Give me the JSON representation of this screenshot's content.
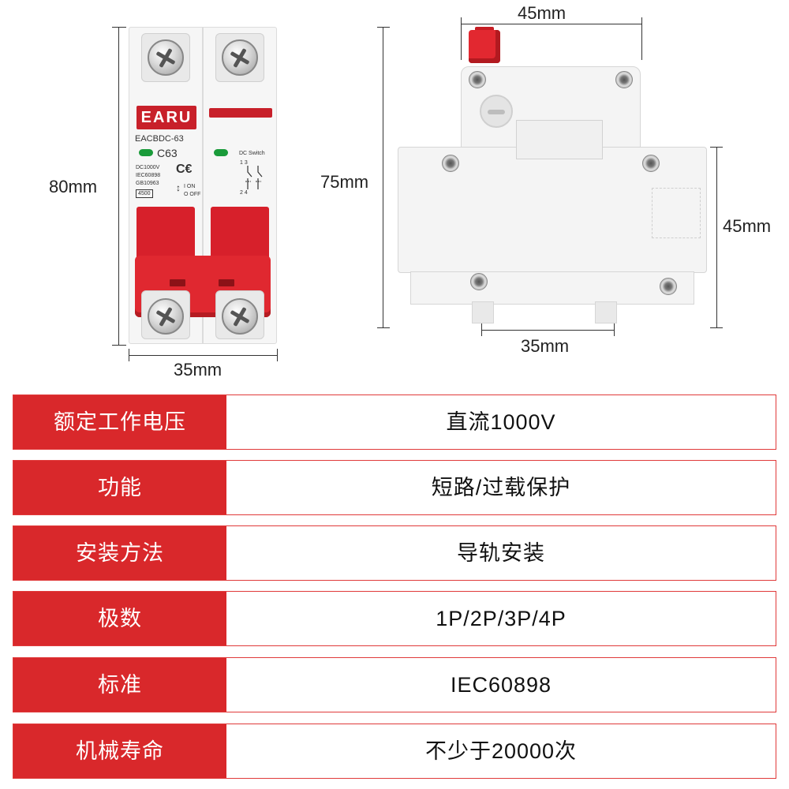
{
  "dimensions": {
    "front_height": "80mm",
    "front_width": "35mm",
    "side_top_width": "45mm",
    "side_height": "75mm",
    "side_right_height": "45mm",
    "side_bottom_width": "35mm"
  },
  "breaker_labels": {
    "brand": "EARU",
    "model": "EACBDC-63",
    "rating": "C63",
    "voltage": "DC1000V",
    "std1": "IEC60898",
    "std2": "GB10963",
    "capacity": "4500",
    "on_text": "I ON",
    "off_text": "O OFF",
    "switch_type": "DC Switch",
    "terminals_top": "1  3",
    "terminals_bottom": "2  4"
  },
  "specs": [
    {
      "label": "额定工作电压",
      "value": "直流1000V"
    },
    {
      "label": "功能",
      "value": "短路/过载保护"
    },
    {
      "label": "安装方法",
      "value": "导轨安装"
    },
    {
      "label": "极数",
      "value": "1P/2P/3P/4P"
    },
    {
      "label": "标准",
      "value": "IEC60898"
    },
    {
      "label": "机械寿命",
      "value": "不少于20000次"
    }
  ],
  "colors": {
    "brand_red": "#d9282b",
    "led_green": "#1a9b3a"
  }
}
